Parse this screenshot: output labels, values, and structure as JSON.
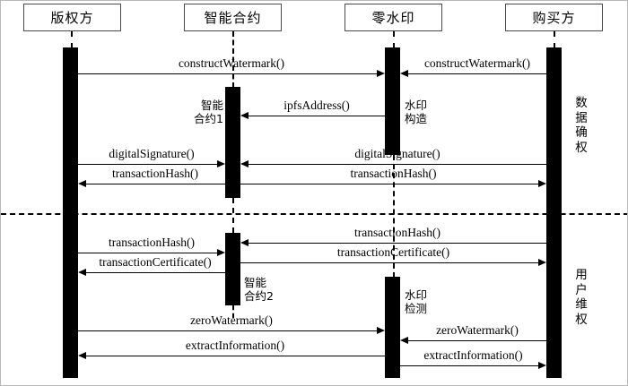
{
  "diagram": {
    "type": "uml-sequence-diagram",
    "actors": [
      {
        "id": "copyright-owner",
        "label": "版权方"
      },
      {
        "id": "smart-contract",
        "label": "智能合约"
      },
      {
        "id": "zero-watermark",
        "label": "零水印"
      },
      {
        "id": "buyer",
        "label": "购买方"
      }
    ],
    "bar_notes": [
      {
        "id": "smart-contract-1",
        "label": "智能\n合约1"
      },
      {
        "id": "watermark-construct",
        "label": "水印\n构造"
      },
      {
        "id": "smart-contract-2",
        "label": "智能\n合约2"
      },
      {
        "id": "watermark-detect",
        "label": "水印\n检测"
      }
    ],
    "phases": [
      {
        "id": "data-confirmation",
        "label": "数据确权"
      },
      {
        "id": "user-rights-protection",
        "label": "用户维权"
      }
    ],
    "messages": [
      {
        "id": "m1",
        "label": "constructWatermark()",
        "from": "copyright-owner",
        "to": "zero-watermark",
        "direction": "right"
      },
      {
        "id": "m2",
        "label": "constructWatermark()",
        "from": "buyer",
        "to": "zero-watermark",
        "direction": "left"
      },
      {
        "id": "m3",
        "label": "ipfsAddress()",
        "from": "zero-watermark",
        "to": "smart-contract",
        "direction": "left"
      },
      {
        "id": "m4",
        "label": "digitalSignature()",
        "from": "copyright-owner",
        "to": "smart-contract",
        "direction": "right"
      },
      {
        "id": "m5",
        "label": "digitalSignature()",
        "from": "buyer",
        "to": "smart-contract",
        "direction": "left"
      },
      {
        "id": "m6",
        "label": "transactionHash()",
        "from": "smart-contract",
        "to": "copyright-owner",
        "direction": "left"
      },
      {
        "id": "m7",
        "label": "transactionHash()",
        "from": "smart-contract",
        "to": "buyer",
        "direction": "right"
      },
      {
        "id": "m8",
        "label": "transactionHash()",
        "from": "buyer",
        "to": "smart-contract",
        "direction": "left"
      },
      {
        "id": "m9",
        "label": "transactionHash()",
        "from": "copyright-owner",
        "to": "smart-contract",
        "direction": "right"
      },
      {
        "id": "m10",
        "label": "transactionCertificate()",
        "from": "smart-contract",
        "to": "buyer",
        "direction": "right"
      },
      {
        "id": "m11",
        "label": "transactionCertificate()",
        "from": "smart-contract",
        "to": "copyright-owner",
        "direction": "left"
      },
      {
        "id": "m12",
        "label": "zeroWatermark()",
        "from": "copyright-owner",
        "to": "zero-watermark",
        "direction": "right"
      },
      {
        "id": "m13",
        "label": "zeroWatermark()",
        "from": "buyer",
        "to": "zero-watermark",
        "direction": "left"
      },
      {
        "id": "m14",
        "label": "extractInformation()",
        "from": "zero-watermark",
        "to": "copyright-owner",
        "direction": "left"
      },
      {
        "id": "m15",
        "label": "extractInformation()",
        "from": "zero-watermark",
        "to": "buyer",
        "direction": "right"
      }
    ],
    "colors": {
      "line": "#000000",
      "box_border": "#4a4a4a",
      "background": "#ffffff",
      "activation": "#000000"
    }
  }
}
